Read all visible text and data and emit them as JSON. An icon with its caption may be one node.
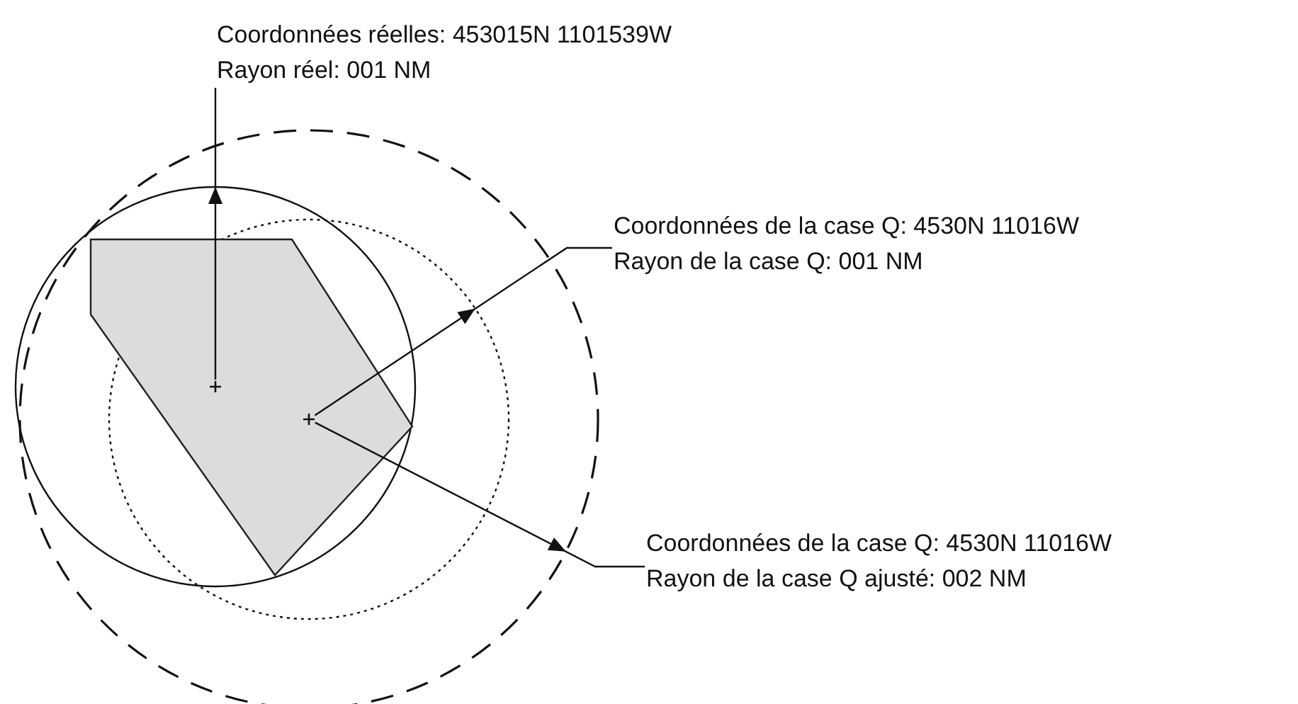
{
  "diagram": {
    "nodes": [
      {
        "text": [
          "Coordonnées réelles: 453015N 1101539W",
          "Rayon réel: 001 NM"
        ]
      },
      {
        "text": [
          "Coordonnées de la case Q: 4530N 11016W",
          "Rayon de la case Q: 001 NM"
        ]
      },
      {
        "text": [
          "Coordonnées de la case Q: 4530N 11016W",
          "Rayon de la case Q ajusté: 002 NM"
        ]
      },
      {
        "text": [],
        "shape": "cross"
      },
      {
        "text": [],
        "shape": "cross"
      }
    ],
    "edges": [
      {
        "from": 3,
        "to": 0,
        "arrow": "to"
      },
      {
        "from": 4,
        "to": 1,
        "arrow": "to"
      },
      {
        "from": 4,
        "to": 2,
        "arrow": "to"
      }
    ]
  }
}
